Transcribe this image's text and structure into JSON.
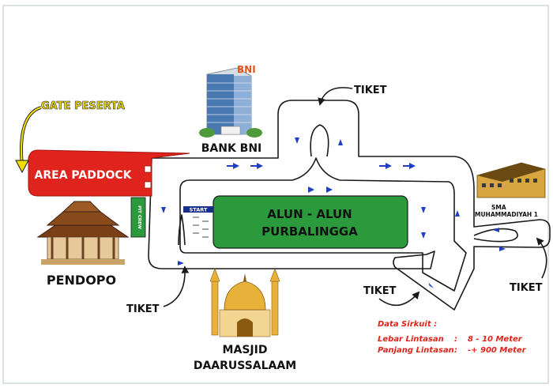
{
  "labels": {
    "gate": "GATE PESERTA",
    "paddock": "AREA PADDOCK",
    "pendopo": "PENDOPO",
    "bank": "BANK BNI",
    "bank_sign": "BNI",
    "pit_crew": "PIT CREW",
    "start": "START",
    "alun_line1": "ALUN - ALUN",
    "alun_line2": "PURBALINGGA",
    "masjid_line1": "MASJID",
    "masjid_line2": "DAARUSSALAAM",
    "sma_line1": "SMA",
    "sma_line2": "MUHAMMADIYAH 1",
    "tiket": "TIKET"
  },
  "info": {
    "title": "Data Sirkuit :",
    "row1_label": "Lebar Lintasan",
    "row1_sep": ":",
    "row1_value": "8 - 10 Meter",
    "row2_label": "Panjang Lintasan",
    "row2_sep": ":",
    "row2_value": "-+ 900 Meter"
  },
  "colors": {
    "track_edge": "#1a1a1a",
    "arrow": "#1f3fbf",
    "paddock": "#e0231c",
    "alun": "#2a9a3c",
    "gate_text": "#f3dd00",
    "info_text": "#e0231c",
    "start_bg": "#1a2f8c"
  }
}
